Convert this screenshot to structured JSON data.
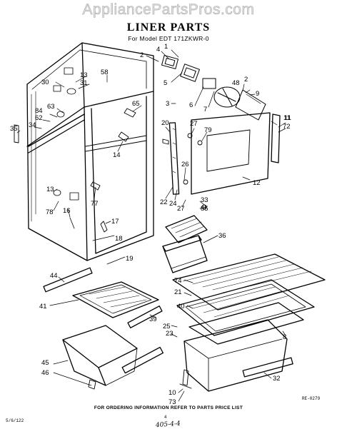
{
  "watermark": "AppliancePartsPros.com",
  "header": {
    "title": "LINER PARTS",
    "model_line": "For Model EDT 171ZKWR-0"
  },
  "footer": {
    "ordering_note": "FOR ORDERING INFORMATION REFER TO PARTS PRICE LIST",
    "drawing_code": "RE-0279",
    "form_code": "5/6/122",
    "page_number": "4",
    "handwritten_note": "405-4-4"
  },
  "callouts": [
    "2",
    "4",
    "1",
    "58",
    "13",
    "30",
    "31",
    "5",
    "3",
    "6",
    "7",
    "11",
    "48",
    "2",
    "9",
    "65",
    "63",
    "84",
    "62",
    "34",
    "35",
    "20",
    "27",
    "79",
    "14",
    "11",
    "72",
    "26",
    "12",
    "13",
    "77",
    "22",
    "24",
    "27",
    "33",
    "85",
    "78",
    "16",
    "17",
    "18",
    "36",
    "19",
    "44",
    "74",
    "21",
    "41",
    "40",
    "39",
    "25",
    "23",
    "8",
    "45",
    "46",
    "10",
    "73",
    "32"
  ]
}
